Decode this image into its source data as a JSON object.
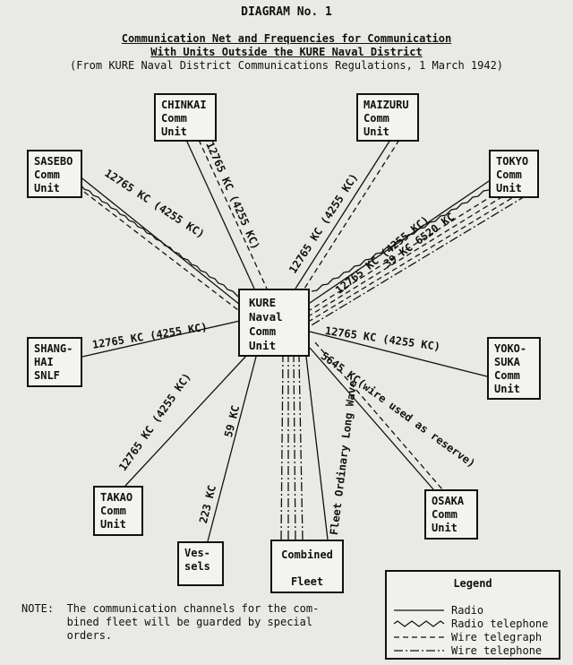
{
  "header": {
    "diagram_number": "DIAGRAM No. 1",
    "title_line1": "Communication Net and Frequencies for Communication",
    "title_line2": "With Units Outside the KURE Naval District",
    "source": "(From KURE Naval District Communications Regulations, 1 March 1942)"
  },
  "units": {
    "kure": "KURE\nNaval\nComm\nUnit",
    "chinkai": "CHINKAI\nComm\nUnit",
    "maizuru": "MAIZURU\nComm\nUnit",
    "sasebo": "SASEBO\nComm\nUnit",
    "tokyo": "TOKYO\nComm\nUnit",
    "shanghai": "SHANG-\nHAI\nSNLF",
    "yokosuka": "YOKO-\nSUKA\nComm\nUnit",
    "takao": "TAKAO\nComm\nUnit",
    "osaka": "OSAKA\nComm\nUnit",
    "vessels": "Ves-\nsels",
    "fleet": "Combined\n\nFleet"
  },
  "labels": {
    "sasebo": "12765 KC (4255 KC)",
    "chinkai": "12765 KC (4255 KC)",
    "maizuru": "12765 KC (4255 KC)",
    "tokyo1": "12765 KC (4255 KC)",
    "tokyo2": "39 KC  6520 KC",
    "shanghai": "12765 KC (4255 KC)",
    "yokosuka": "12765 KC (4255 KC)",
    "osaka": "5645 KC(wire used as reserve)",
    "takao": "12765 KC (4255 KC)",
    "vessels1": "59 KC",
    "vessels2": "223 KC",
    "fleet": "Fleet Ordinary Long Wave"
  },
  "note": "NOTE:  The communication channels for the com-\n       bined fleet will be guarded by special\n       orders.",
  "legend": {
    "title": "Legend",
    "radio": "Radio",
    "radio_telephone": "Radio telephone",
    "wire_telegraph": "Wire telegraph",
    "wire_telephone": "Wire telephone"
  }
}
